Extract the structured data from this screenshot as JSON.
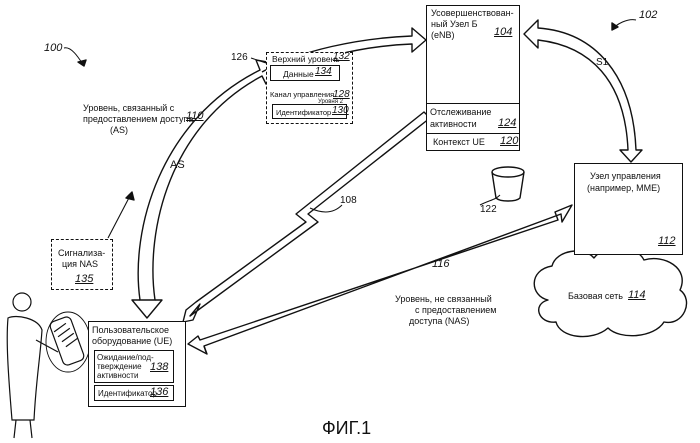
{
  "figure": {
    "ref_100": "100",
    "ref_102": "102",
    "caption": "ФИГ.1"
  },
  "enb": {
    "title_l1": "Усовершенствован-",
    "title_l2": "ный Узел Б",
    "title_l3": "(eNB)",
    "ref": "104",
    "activity_l1": "Отслеживание",
    "activity_l2": "активности",
    "activity_ref": "124",
    "ue_context": "Контекст UE",
    "ue_context_ref": "120",
    "bucket_ref": "122"
  },
  "protocol_stack": {
    "ref": "126",
    "upper_level": "Верхний уровень",
    "upper_level_ref": "132",
    "data": "Данные",
    "data_ref": "134",
    "control_channel_l1": "Канал управления",
    "control_channel_l2": "Уровня 2",
    "control_channel_ref": "128",
    "identifier": "Идентификатор",
    "identifier_ref": "130"
  },
  "as_level": {
    "label_l1": "Уровень, связанный с",
    "label_l2": "предоставлением доступа",
    "label_l3": "(AS)",
    "ref": "110",
    "arrow_label": "AS"
  },
  "link_108": "108",
  "link_s1": "S1",
  "mme": {
    "title_l1": "Узел управления",
    "title_l2": "(например, MME)",
    "ref": "112"
  },
  "core_network": {
    "label": "Базовая сеть",
    "ref": "114"
  },
  "nas_level": {
    "ref": "116",
    "label_l1": "Уровень, не связанный",
    "label_l2": "с предоставлением",
    "label_l3": "доступа (NAS)"
  },
  "nas_signaling": {
    "label_l1": "Сигнализа-",
    "label_l2": "ция NAS",
    "ref": "135"
  },
  "ue": {
    "title_l1": "Пользовательское",
    "title_l2": "оборудование (UE)",
    "inactivity_l1": "Ожидание/под-",
    "inactivity_l2": "тверждение",
    "inactivity_l3": "активности",
    "inactivity_ref": "138",
    "identifier": "Идентификатор",
    "identifier_ref": "136"
  }
}
